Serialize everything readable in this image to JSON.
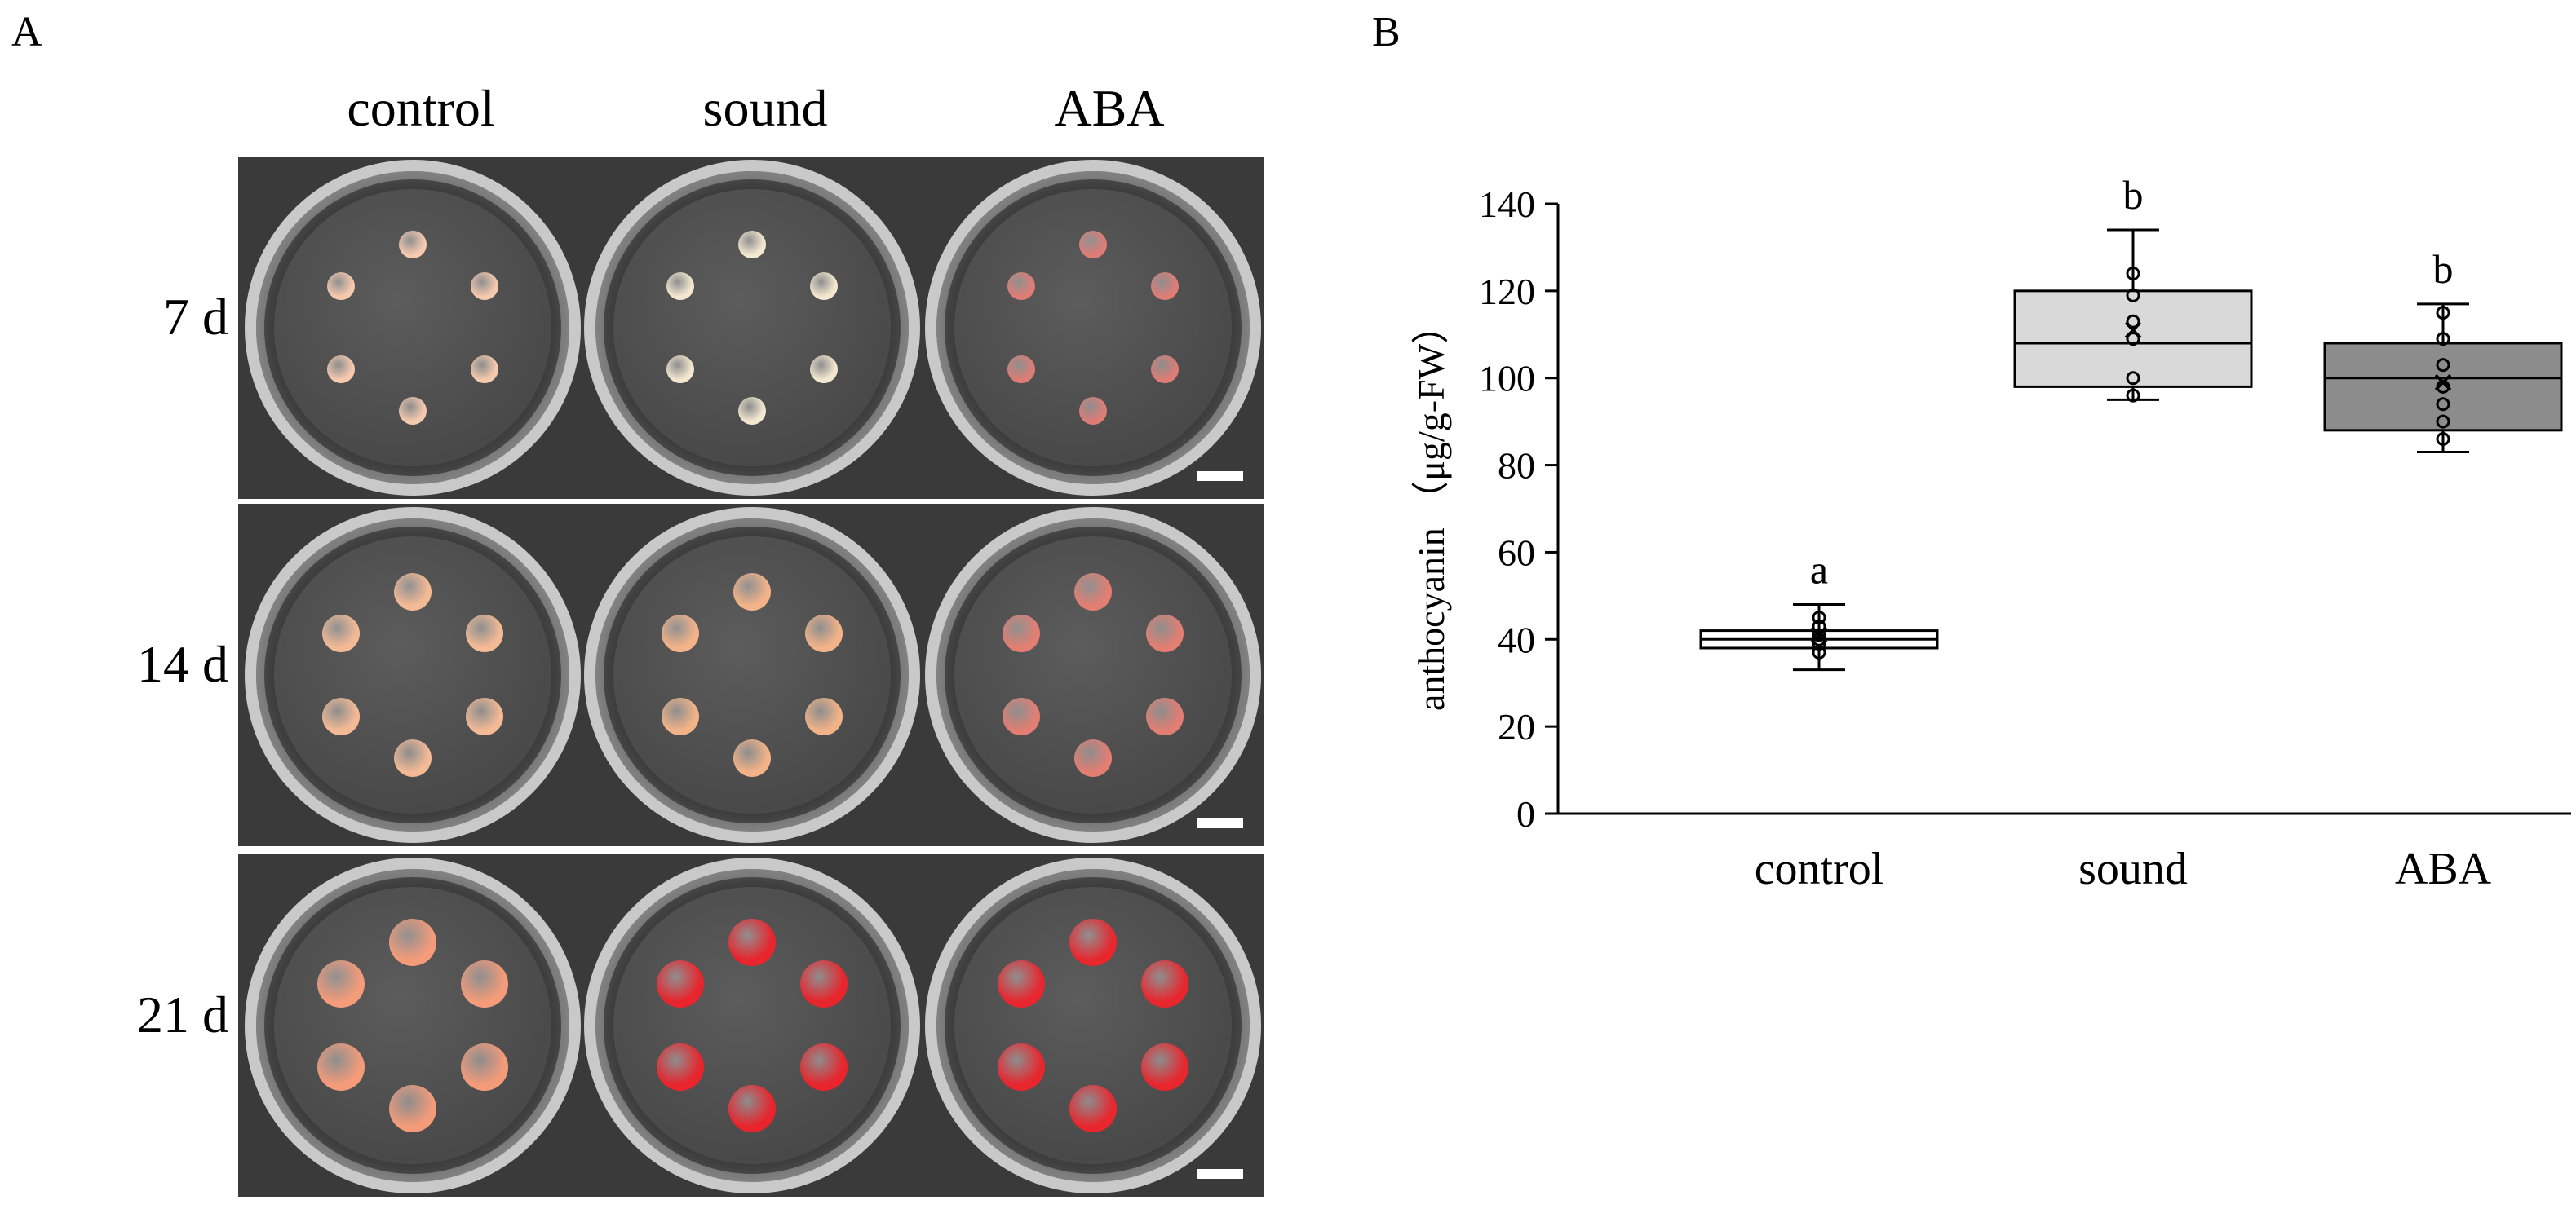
{
  "panels": {
    "a": "A",
    "b": "B"
  },
  "photo_panel": {
    "columns": [
      "control",
      "sound",
      "ABA"
    ],
    "rows": [
      {
        "label": "7 d",
        "callus_colors": [
          "#f5c9ae",
          "#f3e7cf",
          "#de7c76"
        ]
      },
      {
        "label": "14 d",
        "callus_colors": [
          "#f4ba96",
          "#f3b388",
          "#e27e72"
        ]
      },
      {
        "label": "21 d",
        "callus_colors": [
          "#f49b7a",
          "#e8242c",
          "#e8262e"
        ]
      }
    ],
    "icons": [
      "petri-dish",
      "scale-bar"
    ]
  },
  "chart_data": {
    "type": "box",
    "title": "",
    "xlabel": "",
    "ylabel": "anthocyanin （μg/g-FW）",
    "ylim": [
      0,
      140
    ],
    "yticks": [
      0,
      20,
      40,
      60,
      80,
      100,
      120,
      140
    ],
    "categories": [
      "control",
      "sound",
      "ABA"
    ],
    "boxes": [
      {
        "category": "control",
        "min": 33,
        "q1": 38,
        "median": 40,
        "q3": 42,
        "max": 48,
        "mean": 41,
        "points": [
          37,
          39,
          40,
          41,
          43,
          45
        ],
        "significance": "a",
        "fill": "#ffffff"
      },
      {
        "category": "sound",
        "min": 95,
        "q1": 98,
        "median": 108,
        "q3": 120,
        "max": 134,
        "mean": 111,
        "points": [
          96,
          100,
          109,
          113,
          119,
          124
        ],
        "significance": "b",
        "fill": "#d9d9d9"
      },
      {
        "category": "ABA",
        "min": 83,
        "q1": 88,
        "median": 100,
        "q3": 108,
        "max": 117,
        "mean": 99,
        "points": [
          86,
          90,
          94,
          98,
          103,
          109,
          115
        ],
        "significance": "b",
        "fill": "#8c8c8c"
      }
    ]
  }
}
